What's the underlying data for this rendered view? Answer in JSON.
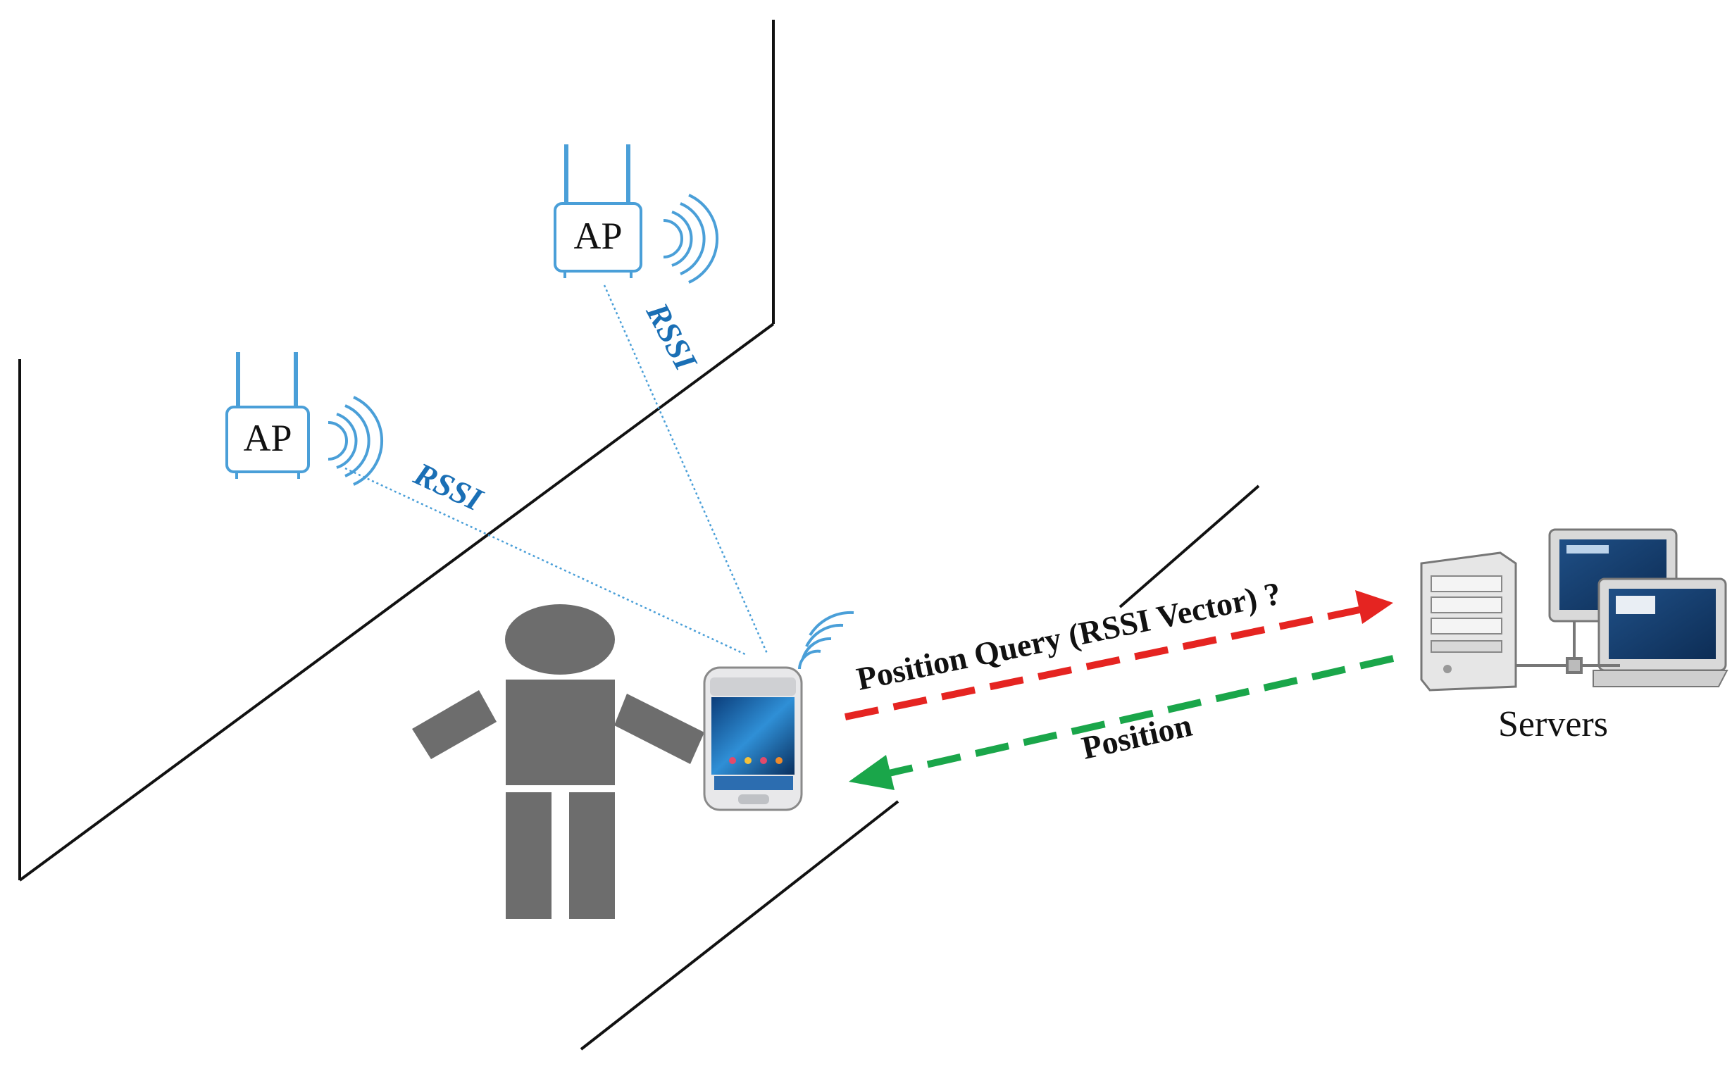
{
  "access_points": [
    {
      "label": "AP"
    },
    {
      "label": "AP"
    }
  ],
  "signal_labels": {
    "rssi_ap1": "RSSI",
    "rssi_ap2": "RSSI"
  },
  "arrows": {
    "query_label": "Position Query (RSSI Vector) ?",
    "query_color": "#e52421",
    "response_label": "Position",
    "response_color": "#1aa64a"
  },
  "server": {
    "label": "Servers"
  },
  "colors": {
    "ap_blue": "#4a9fd8",
    "person_gray": "#6d6d6d",
    "wall_line": "#111111"
  }
}
